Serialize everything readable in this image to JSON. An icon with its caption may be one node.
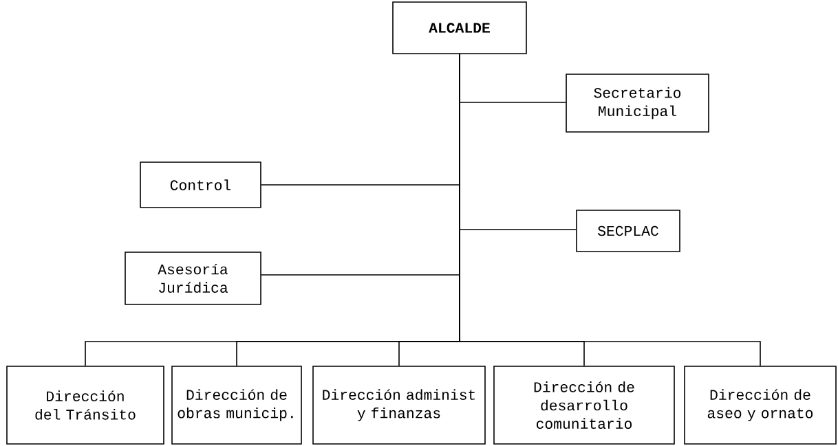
{
  "diagram": {
    "nodes": [
      {
        "text": [
          "ALCALDE"
        ]
      },
      {
        "text": [
          "Secretario Municipal"
        ]
      },
      {
        "text": [
          "Control"
        ]
      },
      {
        "text": [
          "SECPLAC"
        ]
      },
      {
        "text": [
          "Asesoría Jurídica"
        ]
      },
      {
        "text": [
          "Dirección del Tránsito"
        ]
      },
      {
        "text": [
          "Dirección de obras municip."
        ]
      },
      {
        "text": [
          "Dirección administ y finanzas"
        ]
      },
      {
        "text": [
          "Dirección de desarrollo comunitario"
        ]
      },
      {
        "text": [
          "Dirección de aseo y ornato"
        ]
      }
    ],
    "edges": [
      {
        "from": 0,
        "to": 1,
        "arrow": "none"
      },
      {
        "from": 0,
        "to": 2,
        "arrow": "none"
      },
      {
        "from": 0,
        "to": 3,
        "arrow": "none"
      },
      {
        "from": 0,
        "to": 4,
        "arrow": "none"
      },
      {
        "from": 0,
        "to": 5,
        "arrow": "none"
      },
      {
        "from": 0,
        "to": 6,
        "arrow": "none"
      },
      {
        "from": 0,
        "to": 7,
        "arrow": "none"
      },
      {
        "from": 0,
        "to": 8,
        "arrow": "none"
      },
      {
        "from": 0,
        "to": 9,
        "arrow": "none"
      }
    ]
  }
}
